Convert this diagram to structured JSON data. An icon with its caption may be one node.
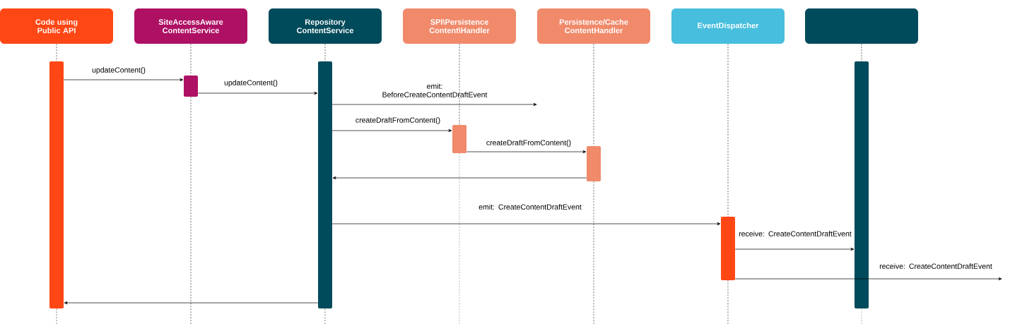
{
  "diagram": {
    "nodes": [
      {
        "text": [
          "Code using Public API"
        ]
      },
      {
        "text": [
          "SiteAccessAware ContentService"
        ]
      },
      {
        "text": [
          "Repository ContentService"
        ]
      },
      {
        "text": [
          "SPI\\Persistence Content\\Handler"
        ]
      },
      {
        "text": [
          "Persistence/Cache ContentHandler"
        ]
      },
      {
        "text": [
          "EventDispatcher"
        ]
      },
      {
        "text": [],
        "shape": "box"
      },
      {
        "text": [],
        "shape": "bar"
      },
      {
        "text": [],
        "shape": "bar"
      },
      {
        "text": [],
        "shape": "bar"
      },
      {
        "text": [],
        "shape": "bar"
      },
      {
        "text": [],
        "shape": "bar"
      },
      {
        "text": [],
        "shape": "bar"
      },
      {
        "text": [],
        "shape": "bar"
      }
    ],
    "edges": [
      {
        "from": 7,
        "to": 8,
        "arrow": "to",
        "label": "updateContent()"
      },
      {
        "from": 8,
        "to": 9,
        "arrow": "to",
        "label": "updateContent()"
      },
      {
        "from": 9,
        "to": null,
        "arrow": "to",
        "label": "emit: BeforeCreateContentDraftEvent"
      },
      {
        "from": 9,
        "to": 10,
        "arrow": "to",
        "label": "createDraftFromContent()"
      },
      {
        "from": 10,
        "to": 11,
        "arrow": "to",
        "label": "createDraftFromContent()"
      },
      {
        "from": 11,
        "to": 9,
        "arrow": "to"
      },
      {
        "from": 9,
        "to": 12,
        "arrow": "to",
        "label": "emit: CreateContentDraftEvent"
      },
      {
        "from": 12,
        "to": 13,
        "arrow": "to",
        "label": "receive: CreateContentDraftEvent"
      },
      {
        "from": 12,
        "to": null,
        "arrow": "to",
        "label": "receive: CreateContentDraftEvent"
      },
      {
        "from": 9,
        "to": 7,
        "arrow": "to"
      },
      {
        "from": 0,
        "to": 7,
        "arrow": "none",
        "style": "dashed"
      },
      {
        "from": 1,
        "to": 8,
        "arrow": "none",
        "style": "dashed"
      },
      {
        "from": 2,
        "to": 9,
        "arrow": "none",
        "style": "dashed"
      },
      {
        "from": 3,
        "to": 10,
        "arrow": "none",
        "style": "dashed"
      },
      {
        "from": 4,
        "to": 11,
        "arrow": "none",
        "style": "dashed"
      },
      {
        "from": 5,
        "to": 12,
        "arrow": "none",
        "style": "dashed"
      },
      {
        "from": 6,
        "to": 13,
        "arrow": "none",
        "style": "dashed"
      }
    ]
  }
}
